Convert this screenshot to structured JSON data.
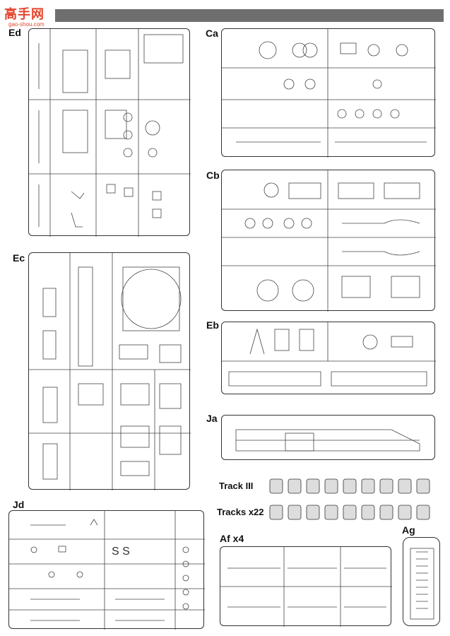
{
  "watermark": {
    "logo": "高手网",
    "url": "gao-shou.com"
  },
  "sections": {
    "ed": "Ed",
    "ec": "Ec",
    "jd": "Jd",
    "ca": "Ca",
    "cb": "Cb",
    "eb": "Eb",
    "ja": "Ja",
    "track3": "Track III",
    "tracks22": "Tracks x22",
    "af": "Af x4",
    "ag": "Ag"
  },
  "colors": {
    "bar": "#6e6e6e",
    "line": "#333333",
    "logo": "#e3462d"
  }
}
